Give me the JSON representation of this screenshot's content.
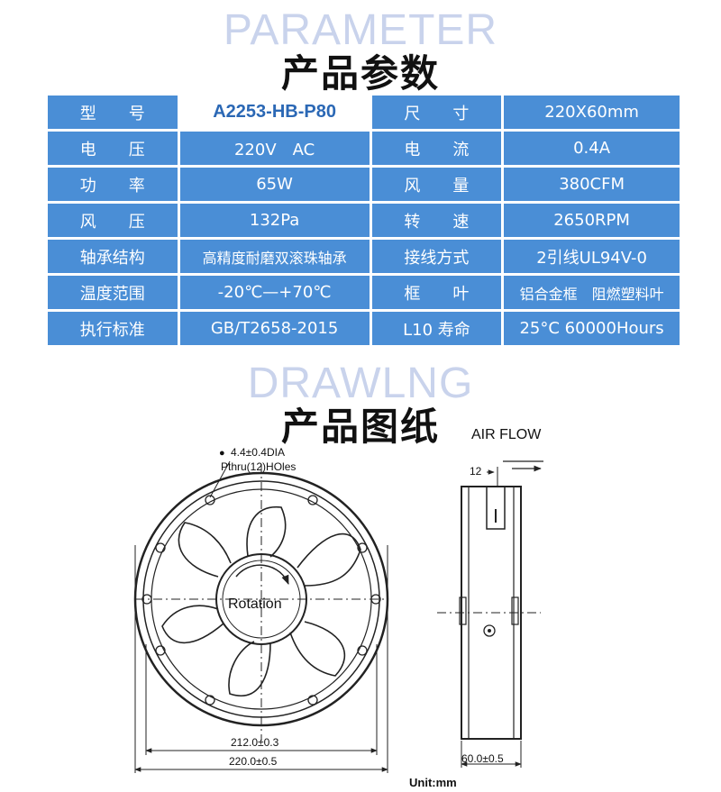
{
  "header": {
    "params_watermark": "PARAMETER",
    "params_title": "产品参数",
    "drawing_watermark": "DRAWLNG",
    "drawing_title": "产品图纸"
  },
  "spec_rows": [
    {
      "l1": "型　　号",
      "v1": "A2253-HB-P80",
      "l2": "尺　　寸",
      "v2": "220X60mm"
    },
    {
      "l1": "电　　压",
      "v1": "220V　AC",
      "l2": "电　　流",
      "v2": "0.4A"
    },
    {
      "l1": "功　　率",
      "v1": "65W",
      "l2": "风　　量",
      "v2": "380CFM"
    },
    {
      "l1": "风　　压",
      "v1": "132Pa",
      "l2": "转　　速",
      "v2": "2650RPM"
    },
    {
      "l1": "轴承结构",
      "v1": "高精度耐磨双滚珠轴承",
      "l2": "接线方式",
      "v2": "2引线UL94V-0"
    },
    {
      "l1": "温度范围",
      "v1": "-20℃—+70℃",
      "l2": "框　　叶",
      "v2": "铝合金框　阻燃塑料叶"
    },
    {
      "l1": "执行标准",
      "v1": "GB/T2658-2015",
      "l2": "L10 寿命",
      "v2": "25°C  60000Hours"
    }
  ],
  "drawing": {
    "hole_spec_line1": "4.4±0.4DIA",
    "hole_spec_line2": "Pthru(12)HOles",
    "rotation_label": "Rotation",
    "air_flow_label": "AIR FLOW",
    "dim_side_12": "12",
    "dim_inner": "212.0±0.3",
    "dim_outer": "220.0±0.5",
    "dim_depth": "60.0±0.5",
    "unit_label": "Unit:mm"
  },
  "colors": {
    "table_blue": "#4a8ed6",
    "watermark": "#c9d3ec"
  }
}
